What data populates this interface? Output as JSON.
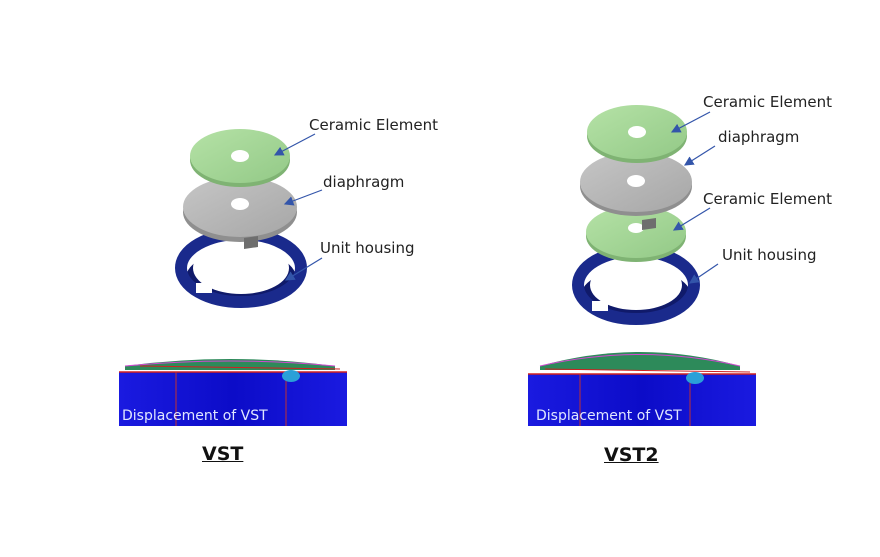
{
  "colors": {
    "ceramic": "#a8d89a",
    "diaphragm": "#b8b8b8",
    "housing": "#1a2a8c",
    "arrow": "#3355aa",
    "fem_blue": "#0a0ad6"
  },
  "vst": {
    "labels": {
      "ceramic": "Ceramic Element",
      "diaphragm": "diaphragm",
      "housing": "Unit housing"
    },
    "sim_label": "Displacement of VST",
    "caption": "VST"
  },
  "vst2": {
    "labels": {
      "ceramic_top": "Ceramic Element",
      "diaphragm": "diaphragm",
      "ceramic_bottom": "Ceramic Element",
      "housing": "Unit housing"
    },
    "sim_label": "Displacement of VST",
    "caption": "VST2"
  }
}
